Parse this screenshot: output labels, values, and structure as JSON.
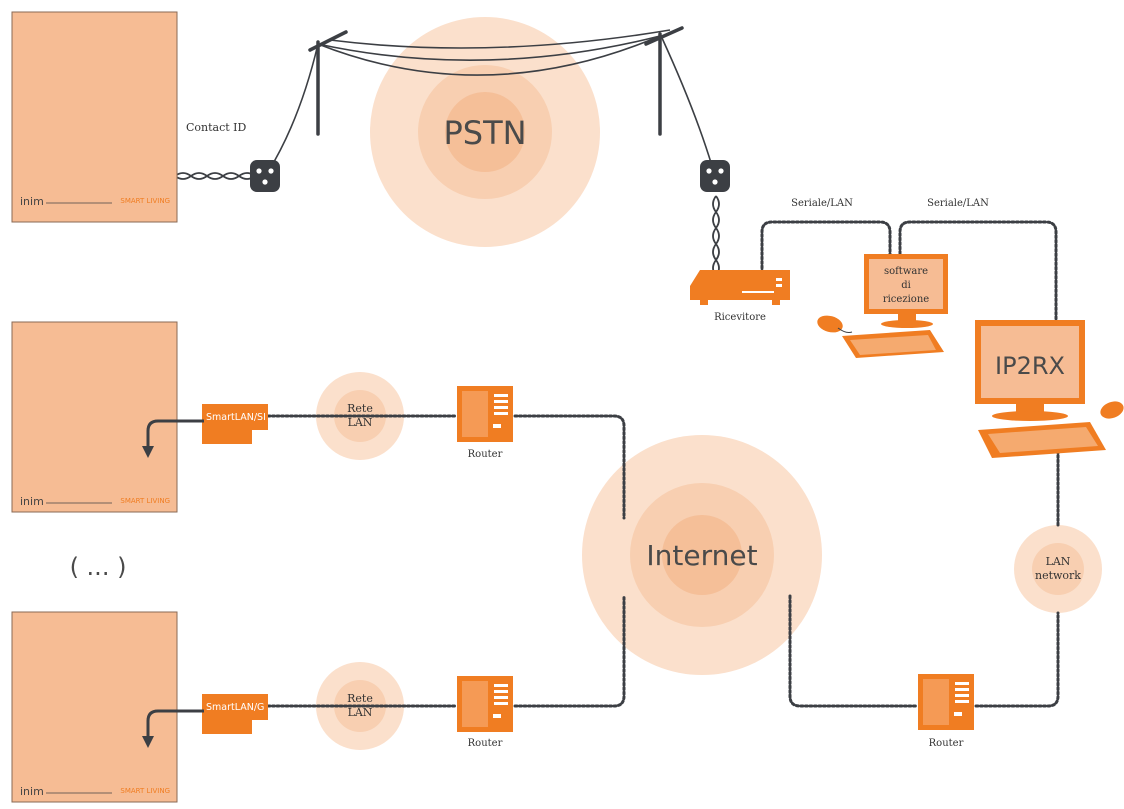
{
  "colors": {
    "orange": "#f07d22",
    "panel": "#f6bc94",
    "cloud_outer": "#fbe0cc",
    "cloud_mid": "#f8cfb1",
    "cloud_inner": "#f5bf98",
    "dark": "#3c3f44",
    "gray": "#6f6f6f"
  },
  "panels": [
    {
      "brand": "inim",
      "product": "SMART LIVING"
    },
    {
      "brand": "inim",
      "product": "SMART LIVING"
    },
    {
      "brand": "inim",
      "product": "SMART LIVING"
    }
  ],
  "labels": {
    "contact_id": "Contact ID",
    "pstn": "PSTN",
    "internet": "Internet",
    "serial_lan_1": "Seriale/LAN",
    "serial_lan_2": "Seriale/LAN",
    "receiver": "Ricevitore",
    "software_line1": "software",
    "software_line2": "di",
    "software_line3": "ricezione",
    "ip2rx": "IP2RX",
    "rete_lan_1_line1": "Rete",
    "rete_lan_1_line2": "LAN",
    "rete_lan_2_line1": "Rete",
    "rete_lan_2_line2": "LAN",
    "router_1": "Router",
    "router_2": "Router",
    "router_3": "Router",
    "lan_network_line1": "LAN",
    "lan_network_line2": "network",
    "smartlan_si": "SmartLAN/SI",
    "smartlan_g": "SmartLAN/G",
    "ellipsis": "( ... )"
  },
  "icons": [
    "phone-socket-icon",
    "utility-pole-icon",
    "receiver-icon",
    "computer-icon",
    "server-icon",
    "mouse-icon",
    "keyboard-icon"
  ]
}
